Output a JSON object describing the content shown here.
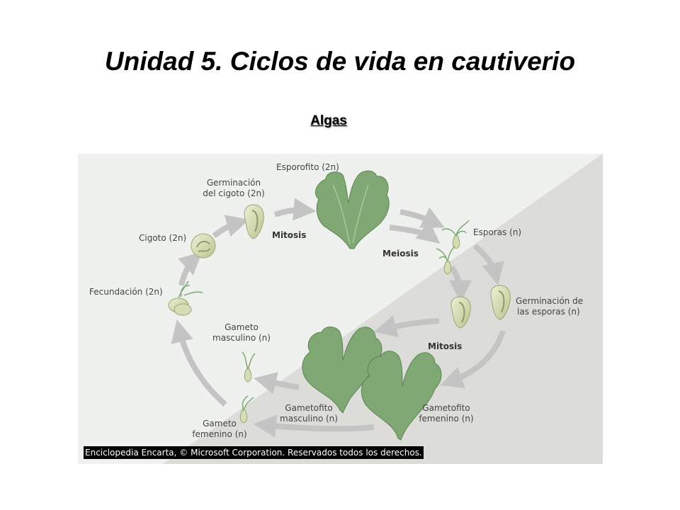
{
  "slide": {
    "title": "Unidad 5. Ciclos de vida en cautiverio",
    "subtitle": "Algas"
  },
  "diagram": {
    "labels": {
      "esporofito": "Esporofito (2n)",
      "germ_cigoto_1": "Germinación",
      "germ_cigoto_2": "del cigoto (2n)",
      "cigoto": "Cigoto (2n)",
      "fecundacion": "Fecundación (2n)",
      "esporas": "Esporas (n)",
      "germ_esporas_1": "Germinación de",
      "germ_esporas_2": "las esporas (n)",
      "gameto_masc_1": "Gameto",
      "gameto_masc_2": "masculino (n)",
      "gameto_fem_1": "Gameto",
      "gameto_fem_2": "femenino (n)",
      "gametofito_masc_1": "Gametofito",
      "gametofito_masc_2": "masculino (n)",
      "gametofito_fem_1": "Gametofito",
      "gametofito_fem_2": "femenino (n)"
    },
    "processes": {
      "mitosis_top": "Mitosis",
      "meiosis": "Meiosis",
      "mitosis_bottom": "Mitosis"
    },
    "credit": "Enciclopedia Encarta, © Microsoft Corporation. Reservados todos los derechos.",
    "colors": {
      "background_light": "#eef1ed",
      "background_dark": "#dcdcd8",
      "arrow": "#c4c4c4",
      "alga_green": "#7fa874",
      "cell_fill": "#d9e0b9"
    }
  }
}
